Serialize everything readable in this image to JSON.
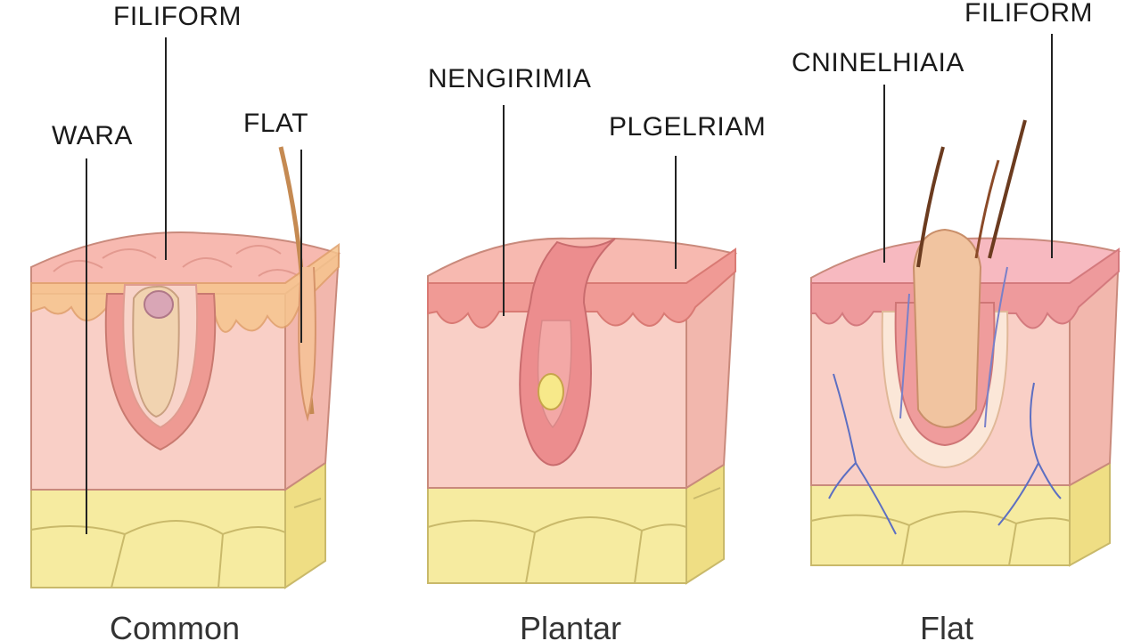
{
  "panels": [
    {
      "caption": "Common",
      "labels": [
        "FILIFORM",
        "WARA",
        "FLAT"
      ]
    },
    {
      "caption": "Plantar",
      "labels": [
        "NENGIRIMIA",
        "PLGELRIAM"
      ]
    },
    {
      "caption": "Flat",
      "labels": [
        "FILIFORM",
        "CNINELHIAIA"
      ]
    }
  ],
  "colors": {
    "skin_top": "#f7b9b0",
    "epidermis": "#f3a6a0",
    "dermis": "#f9cfc6",
    "dermis_side": "#f2b7ad",
    "fat": "#f6eba0",
    "fat_side": "#efde84",
    "outline": "#c98a7c",
    "leader": "#222222",
    "vein": "#5d6fc2",
    "hair": "#6b3b1f"
  }
}
